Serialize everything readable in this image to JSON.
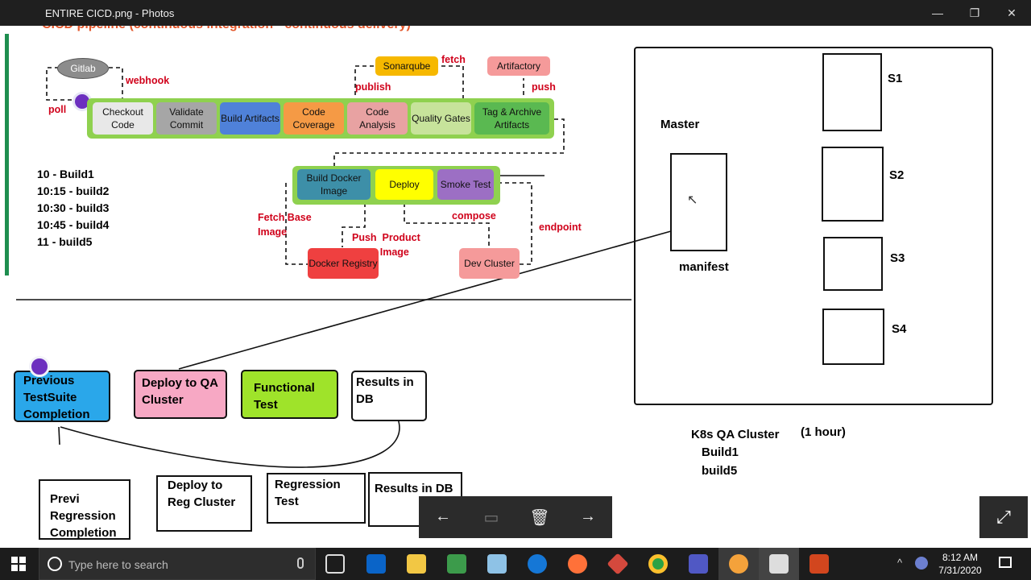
{
  "window": {
    "title": "ENTIRE CICD.png - Photos",
    "min": "—",
    "max": "❐",
    "close": "✕"
  },
  "pipeline": {
    "heading": "CICD pipeline (continuous integration - continuous delivery)",
    "gitlab": "Gitlab",
    "webhook": "webhook",
    "poll": "poll",
    "stages": [
      "Checkout Code",
      "Validate Commit",
      "Build Artifacts",
      "Code Coverage",
      "Code Analysis",
      "Quality Gates",
      "Tag & Archive Artifacts"
    ],
    "sonarqube": "Sonarqube",
    "fetch": "fetch",
    "publish": "publish",
    "artifactory": "Artifactory",
    "push": "push",
    "stage2": [
      "Build Docker Image",
      "Deploy",
      "Smoke Test"
    ],
    "fetch_base_image": "Fetch  Base\nImage",
    "compose": "compose",
    "push_product_image": "Push  Product\n          Image",
    "endpoint": "endpoint",
    "docker_registry": "Docker Registry",
    "dev_cluster": "Dev Cluster"
  },
  "builds": [
    "10 - Build1",
    "10:15 - build2",
    "10:30 - build3",
    "10:45 - build4",
    "11 - build5"
  ],
  "k8s": {
    "master": "Master",
    "manifest": "manifest",
    "nodes": [
      "S1",
      "S2",
      "S3",
      "S4"
    ],
    "cluster_label": "K8s QA Cluster",
    "duration": "(1 hour)",
    "cluster_builds": [
      "Build1",
      "build5"
    ]
  },
  "flow1": [
    "Previous TestSuite Completion",
    "Deploy to QA Cluster",
    "Functional Test",
    "Results in DB"
  ],
  "flow2": [
    "Previ Regression Completion",
    "Deploy to Reg Cluster",
    "Regression Test",
    "Results in DB"
  ],
  "viewer": {
    "back": "←",
    "slideshow": "▭",
    "delete": "🗑",
    "forward": "→",
    "fullscreen": "⤢"
  },
  "taskbar": {
    "search_placeholder": "Type here to search",
    "time": "8:12 AM",
    "date": "7/31/2020"
  }
}
